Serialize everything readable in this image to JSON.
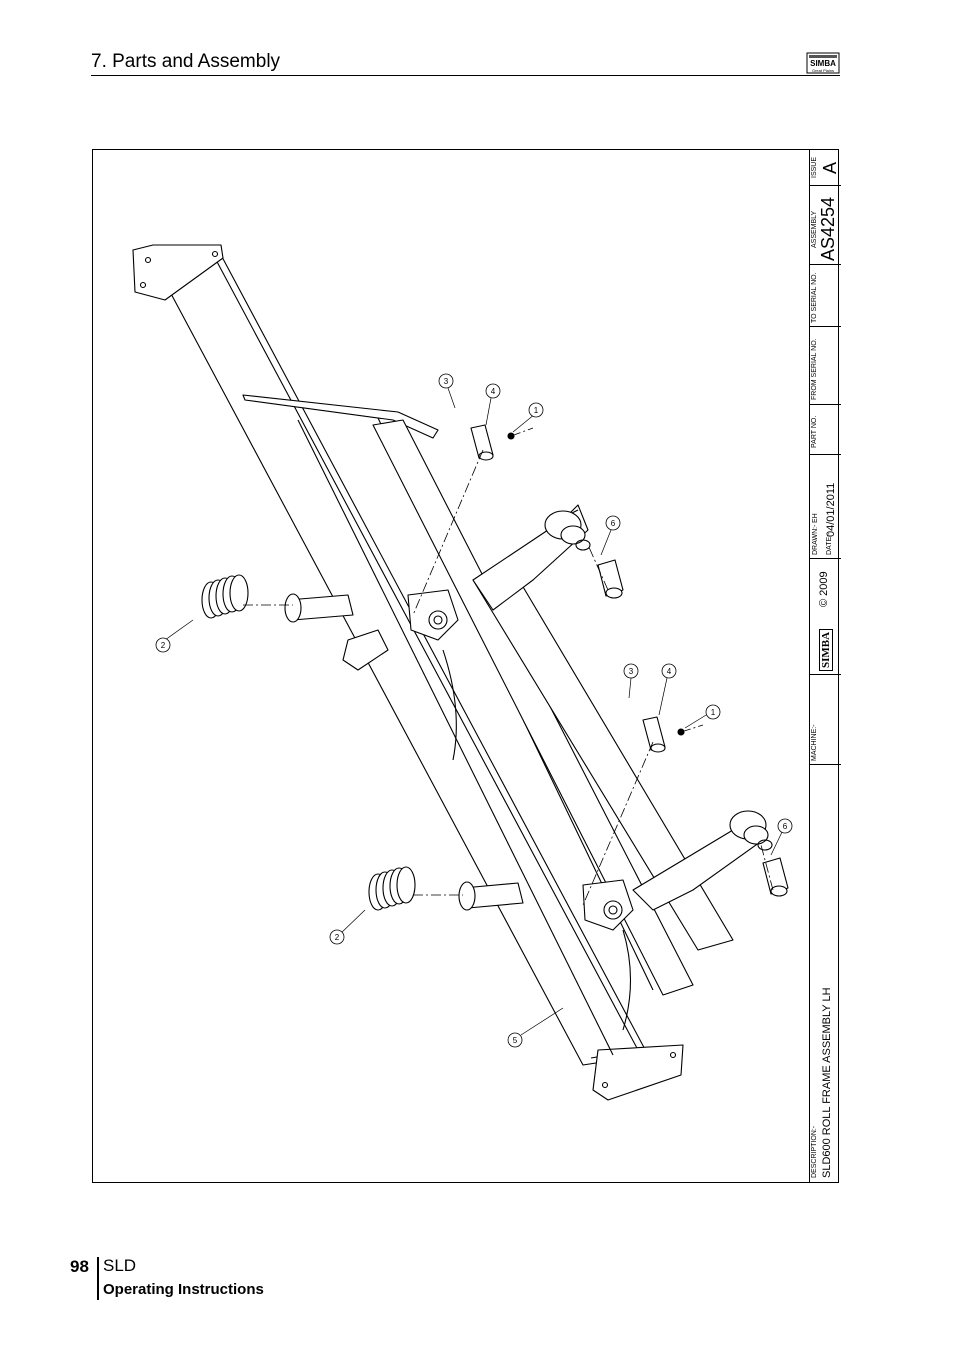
{
  "header": {
    "title": "7. Parts and Assembly",
    "logo_text": "SIMBA",
    "logo_sub": "Great Plains"
  },
  "title_block": {
    "issue_label": "ISSUE",
    "issue_value": "A",
    "assembly_label": "ASSEMBLY",
    "assembly_value": "AS4254",
    "to_serial_label": "TO SERIAL NO.",
    "from_serial_label": "FROM SERIAL NO.",
    "part_no_label": "PART NO.",
    "drawn_label": "DRAWN:-",
    "drawn_value": "EH",
    "date_label": "DATE:-",
    "date_value": "04/01/2011",
    "copyright": "© 2009",
    "logo_text": "SIMBA",
    "machine_label": "MACHINE:-",
    "description_label": "DESCRIPTION:-",
    "description_value": "SLD600 ROLL FRAME ASSEMBLY LH"
  },
  "balloons": [
    "1",
    "2",
    "3",
    "4",
    "5",
    "6",
    "1",
    "2",
    "3",
    "4",
    "6"
  ],
  "footer": {
    "page_number": "98",
    "model": "SLD",
    "subtitle": "Operating Instructions"
  }
}
